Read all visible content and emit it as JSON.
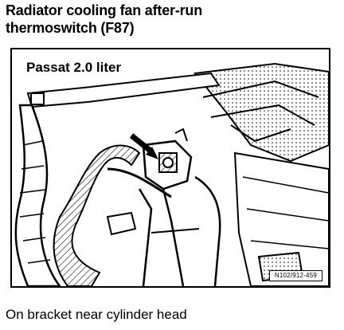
{
  "document": {
    "title_line1": "Radiator cooling fan after-run",
    "title_line2": "thermoswitch (F87)",
    "figure_label": "Passat 2.0 liter",
    "figure_ref": "N102/912-459",
    "caption": "On bracket near cylinder head"
  }
}
